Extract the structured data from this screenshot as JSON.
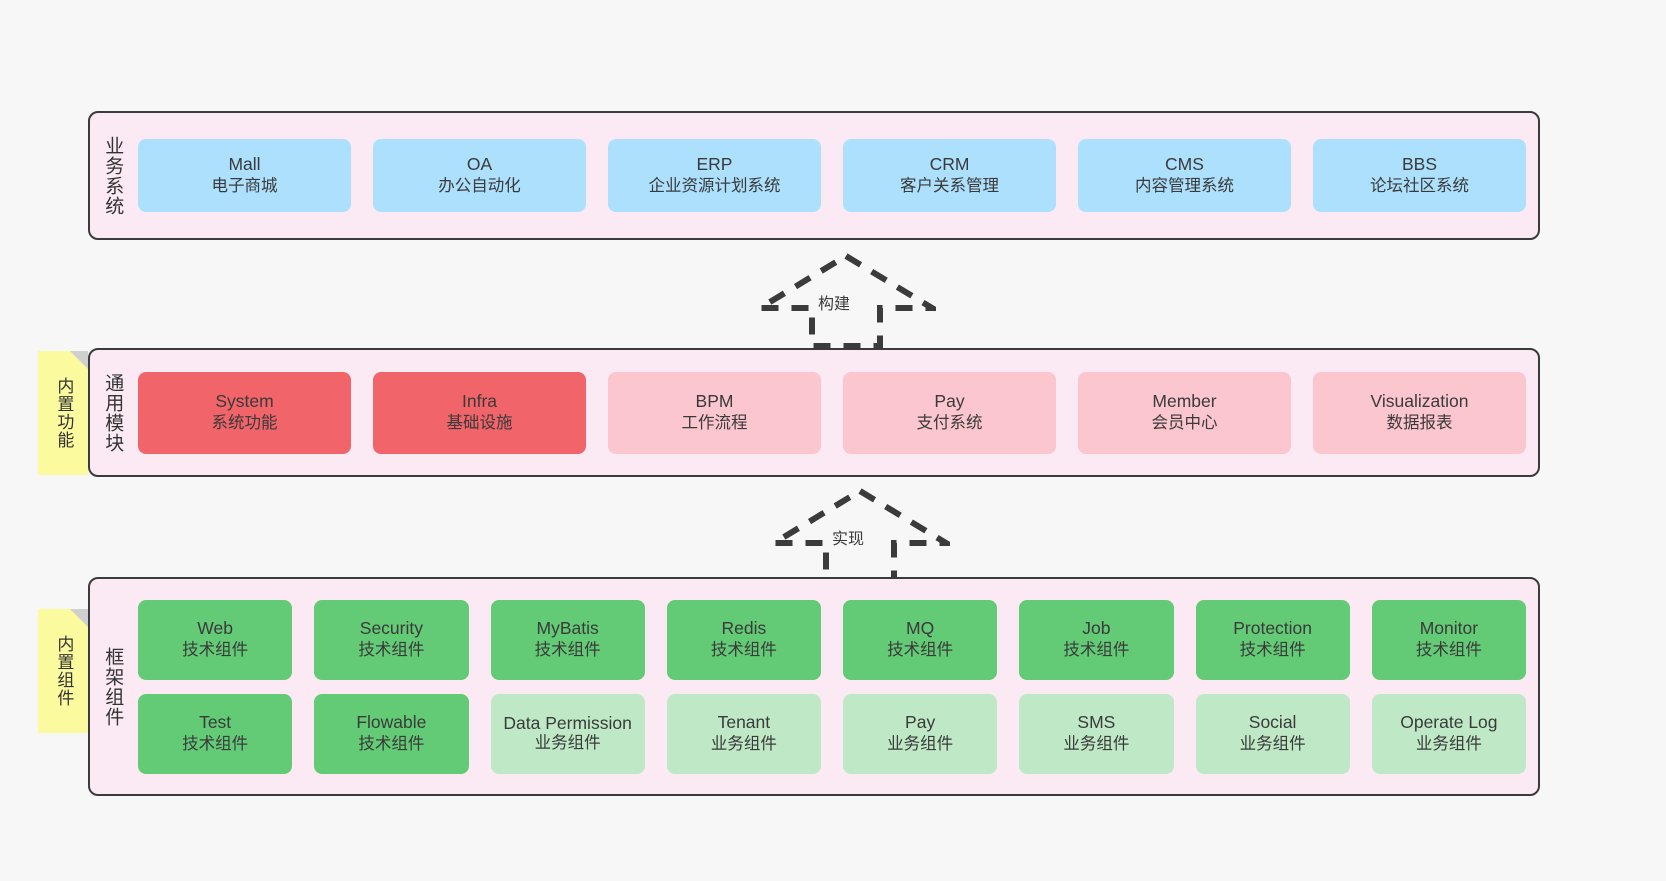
{
  "diagram": {
    "title_hidden": "",
    "background_color": "#f7f7f7",
    "panel_color": "#fbeaf4",
    "colors": {
      "business": "#ade0fc",
      "module_strong": "#f0646a",
      "module_soft": "#fbc6ce",
      "tech_component": "#63ca76",
      "biz_component": "#bfe9c6",
      "sticky": "#fcfa9e",
      "border": "#3b3b3b"
    }
  },
  "layers": {
    "business": {
      "title": "业务系统",
      "cards": [
        {
          "en": "Mall",
          "cn": "电子商城"
        },
        {
          "en": "OA",
          "cn": "办公自动化"
        },
        {
          "en": "ERP",
          "cn": "企业资源计划系统"
        },
        {
          "en": "CRM",
          "cn": "客户关系管理"
        },
        {
          "en": "CMS",
          "cn": "内容管理系统"
        },
        {
          "en": "BBS",
          "cn": "论坛社区系统"
        }
      ]
    },
    "common": {
      "title": "通用模块",
      "sticky": "内置功能",
      "cards": [
        {
          "en": "System",
          "cn": "系统功能",
          "style": "strong"
        },
        {
          "en": "Infra",
          "cn": "基础设施",
          "style": "strong"
        },
        {
          "en": "BPM",
          "cn": "工作流程",
          "style": "soft"
        },
        {
          "en": "Pay",
          "cn": "支付系统",
          "style": "soft"
        },
        {
          "en": "Member",
          "cn": "会员中心",
          "style": "soft"
        },
        {
          "en": "Visualization",
          "cn": "数据报表",
          "style": "soft"
        }
      ]
    },
    "framework": {
      "title": "框架组件",
      "sticky": "内置组件",
      "row1": [
        {
          "en": "Web",
          "cn": "技术组件",
          "style": "tech"
        },
        {
          "en": "Security",
          "cn": "技术组件",
          "style": "tech"
        },
        {
          "en": "MyBatis",
          "cn": "技术组件",
          "style": "tech"
        },
        {
          "en": "Redis",
          "cn": "技术组件",
          "style": "tech"
        },
        {
          "en": "MQ",
          "cn": "技术组件",
          "style": "tech"
        },
        {
          "en": "Job",
          "cn": "技术组件",
          "style": "tech"
        },
        {
          "en": "Protection",
          "cn": "技术组件",
          "style": "tech"
        },
        {
          "en": "Monitor",
          "cn": "技术组件",
          "style": "tech"
        }
      ],
      "row2": [
        {
          "en": "Test",
          "cn": "技术组件",
          "style": "tech"
        },
        {
          "en": "Flowable",
          "cn": "技术组件",
          "style": "tech"
        },
        {
          "en": "Data Permission",
          "cn": "业务组件",
          "style": "biz small"
        },
        {
          "en": "Tenant",
          "cn": "业务组件",
          "style": "biz"
        },
        {
          "en": "Pay",
          "cn": "业务组件",
          "style": "biz"
        },
        {
          "en": "SMS",
          "cn": "业务组件",
          "style": "biz"
        },
        {
          "en": "Social",
          "cn": "业务组件",
          "style": "biz"
        },
        {
          "en": "Operate Log",
          "cn": "业务组件",
          "style": "biz"
        }
      ]
    }
  },
  "connectors": [
    {
      "id": "build",
      "label": "构建",
      "from": "通用模块",
      "to": "业务系统",
      "style": "dashed-generalization"
    },
    {
      "id": "implement",
      "label": "实现",
      "from": "框架组件",
      "to": "通用模块",
      "style": "dashed-generalization"
    }
  ]
}
